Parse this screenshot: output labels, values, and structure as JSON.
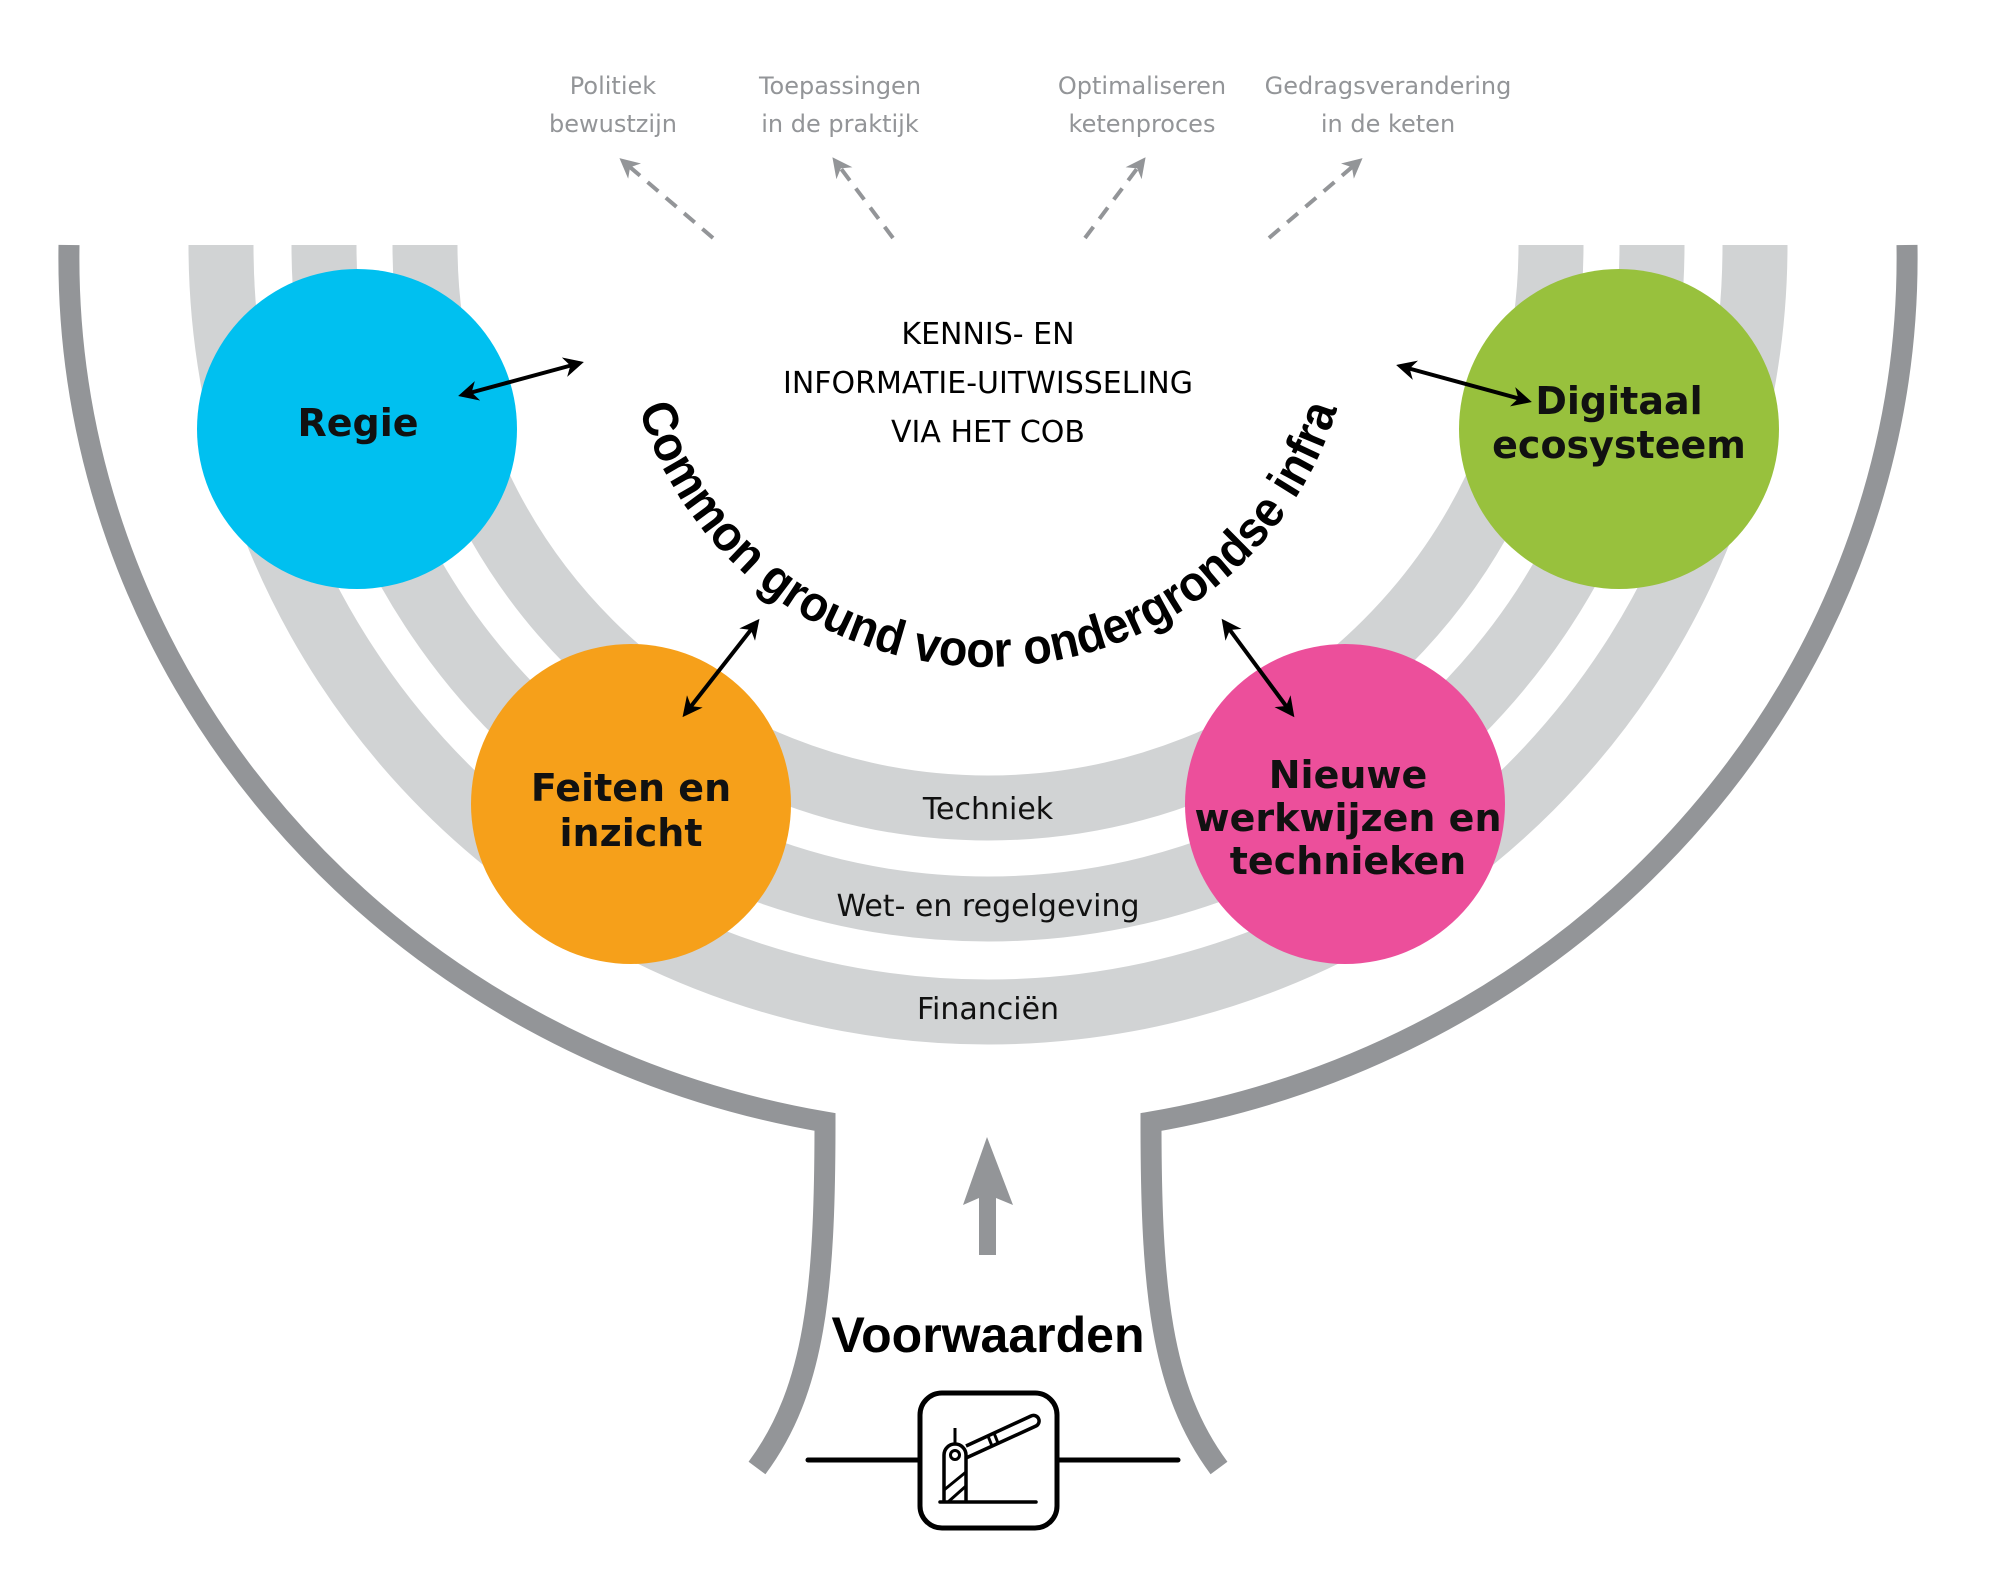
{
  "diagram": {
    "outcomes": [
      {
        "id": "politiek",
        "lines": [
          "Politiek",
          "bewustzijn"
        ]
      },
      {
        "id": "toepassingen",
        "lines": [
          "Toepassingen",
          "in de praktijk"
        ]
      },
      {
        "id": "optimaliseren",
        "lines": [
          "Optimaliseren",
          "ketenproces"
        ]
      },
      {
        "id": "gedragsverandering",
        "lines": [
          "Gedragsverandering",
          "in de keten"
        ]
      }
    ],
    "center": {
      "lines": [
        "KENNIS- EN",
        "INFORMATIE-UITWISSELING",
        "VIA HET COB"
      ]
    },
    "arc_title": "Common ground voor ondergrondse infra",
    "pillars": [
      {
        "id": "regie",
        "lines": [
          "Regie"
        ],
        "color": "#00c0f0"
      },
      {
        "id": "digitaal",
        "lines": [
          "Digitaal",
          "ecosysteem"
        ],
        "color": "#98c13d"
      },
      {
        "id": "feiten",
        "lines": [
          "Feiten en",
          "inzicht"
        ],
        "color": "#f6a01a"
      },
      {
        "id": "nieuwe",
        "lines": [
          "Nieuwe",
          "werkwijzen en",
          "technieken"
        ],
        "color": "#ec4f9b"
      }
    ],
    "bands": [
      {
        "id": "techniek",
        "label": "Techniek"
      },
      {
        "id": "wetgeving",
        "label": "Wet- en regelgeving"
      },
      {
        "id": "financien",
        "label": "Financiën"
      }
    ],
    "foundation": {
      "label": "Voorwaarden",
      "icon": "barrier-gate-icon"
    },
    "colors": {
      "outline": "#939598",
      "band": "#d1d3d4",
      "text": "#000000",
      "muted_text": "#939598"
    }
  }
}
